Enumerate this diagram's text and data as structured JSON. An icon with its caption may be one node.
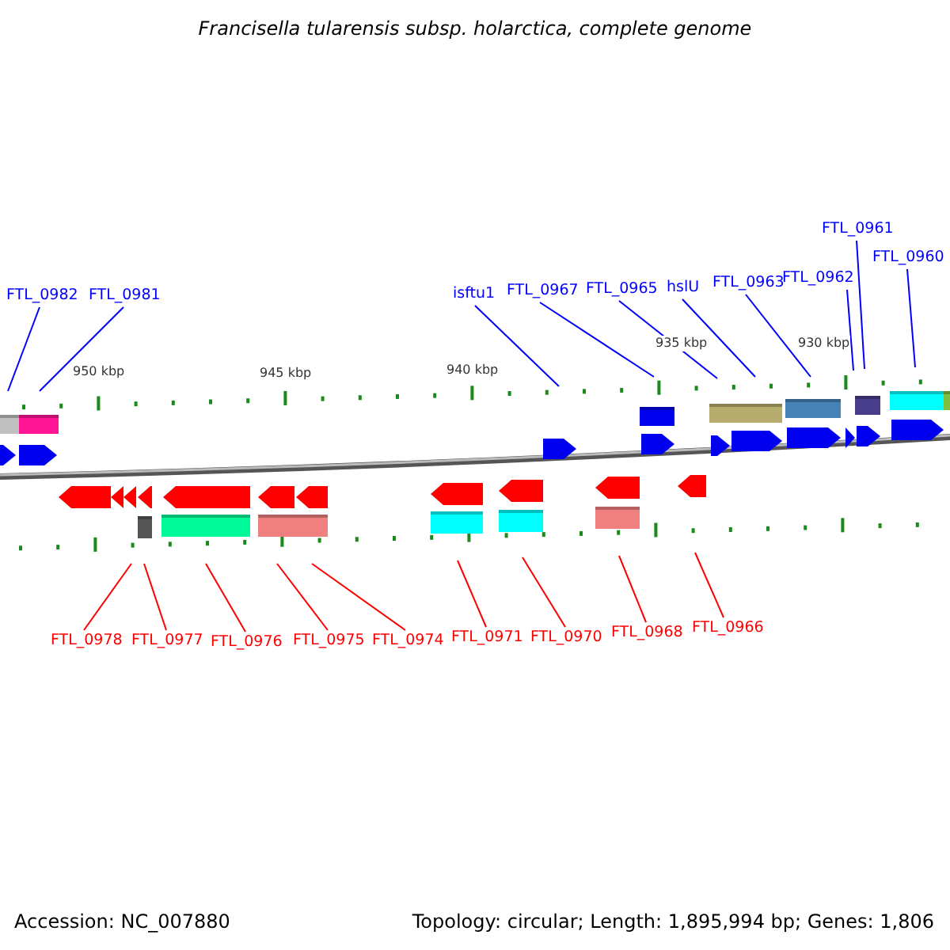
{
  "diagram": {
    "title": "Francisella tularensis subsp. holarctica, complete genome",
    "nodes": [
      {
        "text": [
          "FTL_0982"
        ]
      },
      {
        "text": [
          "FTL_0981"
        ]
      },
      {
        "text": [
          "isftu1"
        ]
      },
      {
        "text": [
          "FTL_0967"
        ]
      },
      {
        "text": [
          "FTL_0965"
        ]
      },
      {
        "text": [
          "hslU"
        ]
      },
      {
        "text": [
          "FTL_0963"
        ]
      },
      {
        "text": [
          "FTL_0962"
        ]
      },
      {
        "text": [
          "FTL_0961"
        ]
      },
      {
        "text": [
          "FTL_0960"
        ]
      },
      {
        "text": [
          "FTL_0978"
        ]
      },
      {
        "text": [
          "FTL_0977"
        ]
      },
      {
        "text": [
          "FTL_0976"
        ]
      },
      {
        "text": [
          "FTL_0975"
        ]
      },
      {
        "text": [
          "FTL_0974"
        ]
      },
      {
        "text": [
          "FTL_0971"
        ]
      },
      {
        "text": [
          "FTL_0970"
        ]
      },
      {
        "text": [
          "FTL_0968"
        ]
      },
      {
        "text": [
          "FTL_0966"
        ]
      }
    ],
    "edges": [
      {
        "from": 0,
        "to": null,
        "arrow": "none"
      },
      {
        "from": 1,
        "to": null,
        "arrow": "none"
      },
      {
        "from": 2,
        "to": null,
        "arrow": "none"
      },
      {
        "from": 3,
        "to": null,
        "arrow": "none"
      },
      {
        "from": 4,
        "to": null,
        "arrow": "none"
      },
      {
        "from": 5,
        "to": null,
        "arrow": "none"
      },
      {
        "from": 6,
        "to": null,
        "arrow": "none"
      },
      {
        "from": 7,
        "to": null,
        "arrow": "none"
      },
      {
        "from": 8,
        "to": null,
        "arrow": "none"
      },
      {
        "from": 9,
        "to": null,
        "arrow": "none"
      },
      {
        "from": 10,
        "to": null,
        "arrow": "none",
        "color": "#ff0000"
      },
      {
        "from": 11,
        "to": null,
        "arrow": "none",
        "color": "#ff0000"
      },
      {
        "from": 12,
        "to": null,
        "arrow": "none",
        "color": "#ff0000"
      },
      {
        "from": 13,
        "to": null,
        "arrow": "none",
        "color": "#ff0000"
      },
      {
        "from": 14,
        "to": null,
        "arrow": "none",
        "color": "#ff0000"
      },
      {
        "from": 15,
        "to": null,
        "arrow": "none",
        "color": "#ff0000"
      },
      {
        "from": 16,
        "to": null,
        "arrow": "none",
        "color": "#ff0000"
      },
      {
        "from": 17,
        "to": null,
        "arrow": "none",
        "color": "#ff0000"
      },
      {
        "from": 18,
        "to": null,
        "arrow": "none",
        "color": "#ff0000"
      }
    ],
    "labels": [
      "950 kbp",
      "945 kbp",
      "940 kbp",
      "935 kbp",
      "930 kbp",
      "Accession: NC_007880",
      "Topology: circular; Length: 1,895,994 bp; Genes: 1,806"
    ]
  }
}
